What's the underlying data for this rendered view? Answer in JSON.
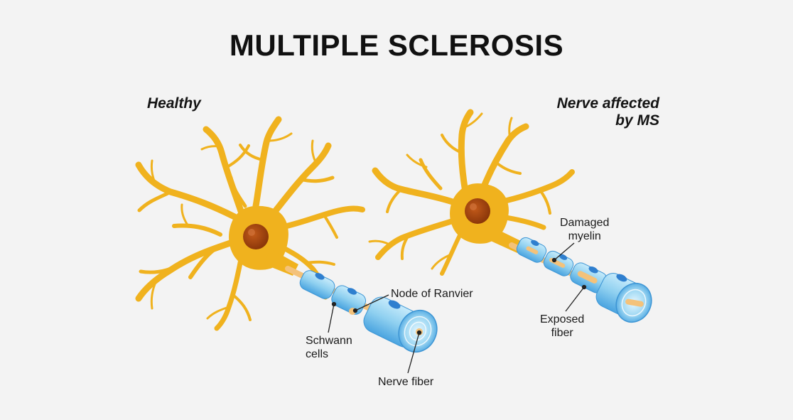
{
  "title": "MULTIPLE SCLEROSIS",
  "panels": {
    "healthy": {
      "heading": "Healthy",
      "labels": {
        "node": "Node of Ranvier",
        "schwann_line1": "Schwann",
        "schwann_line2": "cells",
        "fiber": "Nerve fiber"
      }
    },
    "affected": {
      "heading_line1": "Nerve affected",
      "heading_line2": "by MS",
      "labels": {
        "damaged_line1": "Damaged",
        "damaged_line2": "myelin",
        "exposed_line1": "Exposed",
        "exposed_line2": "fiber"
      }
    }
  },
  "colors": {
    "background": "#f3f3f3",
    "neuron": "#f0b21e",
    "nucleus": "#a8470f",
    "myelin": "#8fd0f0",
    "myelin_dark": "#4aa4e0",
    "schwann_nucleus": "#2f7fcf",
    "axon": "#f4c27a"
  }
}
